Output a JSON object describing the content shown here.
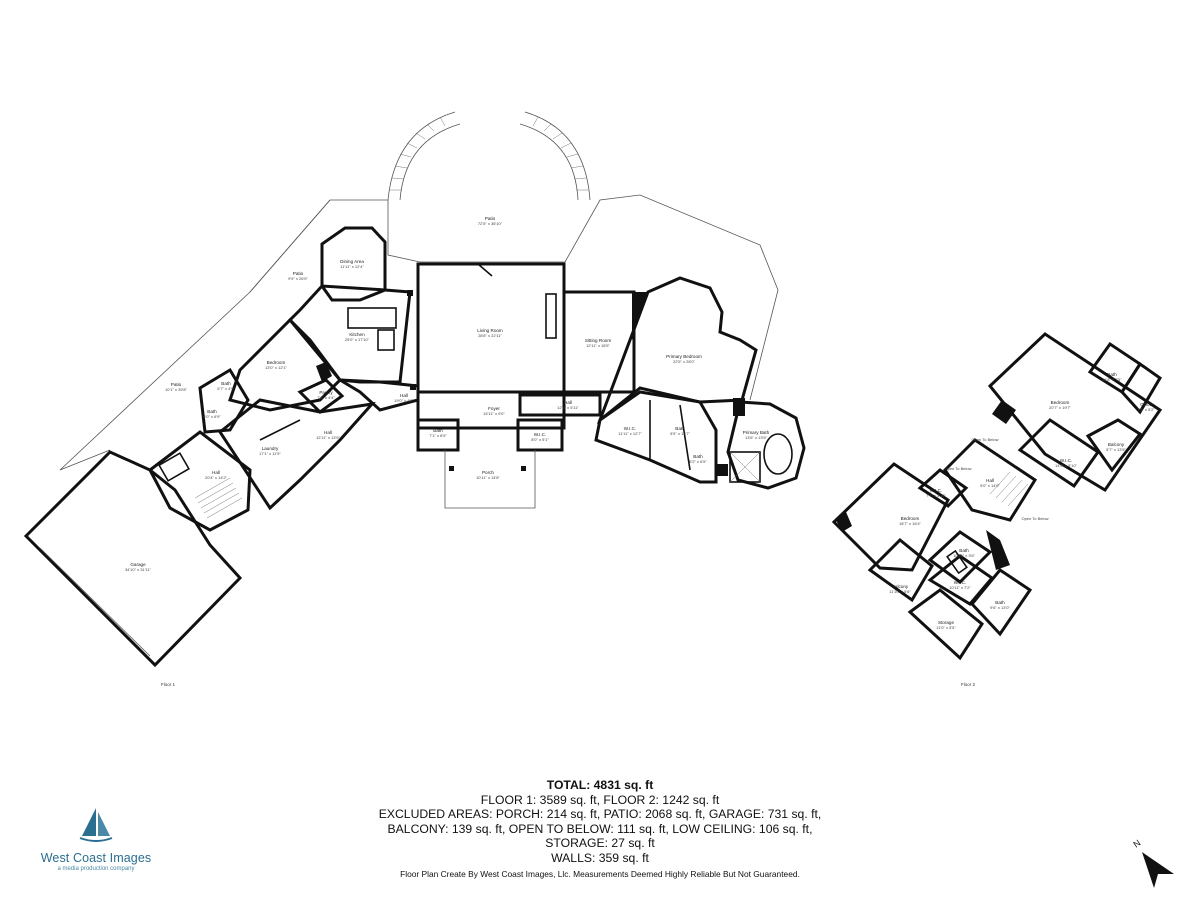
{
  "floor_labels": {
    "floor1": "Floor 1",
    "floor2": "Floor 2"
  },
  "rooms_floor1": [
    {
      "id": "patio-main",
      "name": "Patio",
      "dim": "72'5\" x 36'10\""
    },
    {
      "id": "dining-area",
      "name": "Dining Area",
      "dim": "11'11\" x 12'4\""
    },
    {
      "id": "patio-left",
      "name": "Patio",
      "dim": "9'9\" x 26'5\""
    },
    {
      "id": "kitchen",
      "name": "Kitchen",
      "dim": "25'0\" x 17'10\""
    },
    {
      "id": "living-room",
      "name": "Living Room",
      "dim": "28'8\" x 22'11\""
    },
    {
      "id": "sitting-room",
      "name": "Sitting Room",
      "dim": "12'11\" x 18'5\""
    },
    {
      "id": "primary-bedroom",
      "name": "Primary Bedroom",
      "dim": "22'5\" x 28'0\""
    },
    {
      "id": "bedroom-1",
      "name": "Bedroom",
      "dim": "13'0\" x 12'1\""
    },
    {
      "id": "patio-side",
      "name": "Patio",
      "dim": "10'1\" x 39'8\""
    },
    {
      "id": "bath-a",
      "name": "Bath",
      "dim": "5'7\" x 4'9\""
    },
    {
      "id": "bath-b",
      "name": "Bath",
      "dim": "6'0\" x 6'9\""
    },
    {
      "id": "pantry",
      "name": "Pantry",
      "dim": "7'6\" x 4'4\""
    },
    {
      "id": "hall-a",
      "name": "Hall",
      "dim": "19'0\" x 4'7\""
    },
    {
      "id": "hall-b",
      "name": "Hall",
      "dim": "12'11\" x 13'9\""
    },
    {
      "id": "foyer",
      "name": "Foyer",
      "dim": "15'11\" x 9'0\""
    },
    {
      "id": "hall-c",
      "name": "Hall",
      "dim": "12'9\" x 5'11\""
    },
    {
      "id": "wic-1",
      "name": "W.I.C.",
      "dim": "11'11\" x 12'7\""
    },
    {
      "id": "bath-c",
      "name": "Bath",
      "dim": "5'5\" x 12'7\""
    },
    {
      "id": "primary-bath",
      "name": "Primary Bath",
      "dim": "13'6\" x 13'5\""
    },
    {
      "id": "laundry",
      "name": "Laundry",
      "dim": "17'1\" x 11'9\""
    },
    {
      "id": "bath-d",
      "name": "Bath",
      "dim": "7'1\" x 8'9\""
    },
    {
      "id": "wic-2",
      "name": "W.I.C.",
      "dim": "8'0\" x 5'1\""
    },
    {
      "id": "bath-e",
      "name": "Bath",
      "dim": "5'2\" x 6'5\""
    },
    {
      "id": "hall-d",
      "name": "Hall",
      "dim": "20'4\" x 14'2\""
    },
    {
      "id": "porch",
      "name": "Porch",
      "dim": "10'11\" x 14'8\""
    },
    {
      "id": "garage",
      "name": "Garage",
      "dim": "34'10\" x 31'11\""
    }
  ],
  "rooms_floor2": [
    {
      "id": "bedroom-2",
      "name": "Bedroom",
      "dim": "20'7\" x 19'7\""
    },
    {
      "id": "bath-f",
      "name": "Bath",
      "dim": "11'8\" x 7'5\""
    },
    {
      "id": "office",
      "name": "Office",
      "dim": "7'0\" x 5'2\""
    },
    {
      "id": "balcony-1",
      "name": "Balcony",
      "dim": "5'7\" x 13'5\""
    },
    {
      "id": "wic-3",
      "name": "W.I.C.",
      "dim": "14'0\" x 5'10\""
    },
    {
      "id": "hall-e",
      "name": "Hall",
      "dim": "5'0\" x 14'0\""
    },
    {
      "id": "wic-4",
      "name": "W.I.C.",
      "dim": "?'?\" x 3'10\""
    },
    {
      "id": "bedroom-3",
      "name": "Bedroom",
      "dim": "18'7\" x 16'4\""
    },
    {
      "id": "bath-g",
      "name": "Bath",
      "dim": "10'10\" x 3'6\""
    },
    {
      "id": "wic-5",
      "name": "W.I.C.",
      "dim": "10'11\" x 7'2\""
    },
    {
      "id": "balcony-2",
      "name": "Balcony",
      "dim": "11'10\" x 5'6\""
    },
    {
      "id": "bath-h",
      "name": "Bath",
      "dim": "9'6\" x 13'0\""
    },
    {
      "id": "storage",
      "name": "Storage",
      "dim": "11'0\" x 5'5\""
    }
  ],
  "open_labels": [
    "Open To Below",
    "Open To Below",
    "Open To Below"
  ],
  "summary": {
    "total": "TOTAL: 4831 sq. ft",
    "floors": "FLOOR 1: 3589 sq. ft, FLOOR 2: 1242 sq. ft",
    "excluded_1": "EXCLUDED AREAS: PORCH: 214 sq. ft, PATIO: 2068 sq. ft, GARAGE: 731 sq. ft,",
    "excluded_2": "BALCONY: 139 sq. ft, OPEN TO BELOW: 111 sq. ft, LOW CEILING: 106 sq. ft,",
    "storage": "STORAGE: 27 sq. ft",
    "walls": "WALLS: 359 sq. ft"
  },
  "disclaimer": "Floor Plan Create By West Coast Images, Llc. Measurements Deemed Highly Reliable But Not Guaranteed.",
  "logo": {
    "brand": "West Coast Images",
    "tagline": "a media production company"
  },
  "compass": {
    "label": "N"
  },
  "colors": {
    "wall": "#111111",
    "logo_blue": "#2a6f8f",
    "logo_light": "#4a8aa6"
  }
}
